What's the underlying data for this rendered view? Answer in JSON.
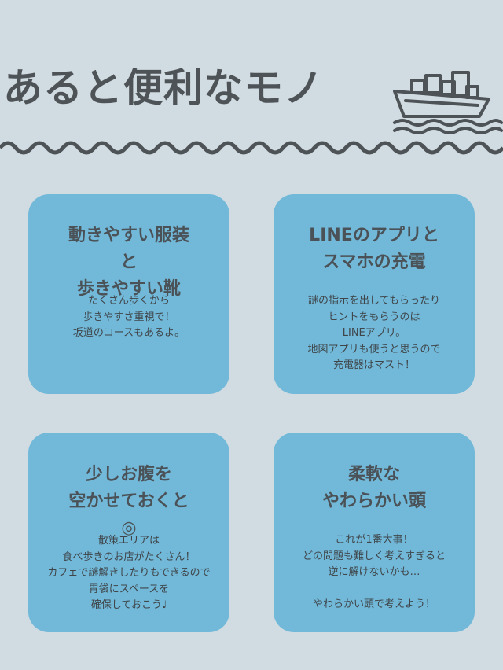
{
  "header": {
    "title": "あると便利なモノ"
  },
  "icons": {
    "ship": "cargo-ship-icon",
    "wave": "wave-divider"
  },
  "colors": {
    "background": "#d0dce1",
    "card": "#72b9d9",
    "text": "#4b5257"
  },
  "cards": [
    {
      "heading": "動きやすい服装\nと\n歩きやすい靴",
      "body": "たくさん歩くから\n歩きやすさ重視で！\n坂道のコースもあるよ。"
    },
    {
      "heading": "LINEのアプリと\nスマホの充電",
      "body": "謎の指示を出してもらったり\nヒントをもらうのは\nLINEアプリ。\n地図アプリも使うと思うので\n充電器はマスト！"
    },
    {
      "heading": "少しお腹を\n空かせておくと\n◎",
      "body": "散策エリアは\n食べ歩きのお店がたくさん！\nカフェで謎解きしたりもできるので\n胃袋にスペースを\n確保しておこう♩"
    },
    {
      "heading": "柔軟な\nやわらかい頭",
      "body": "これが1番大事！\nどの問題も難しく考えすぎると\n逆に解けないかも…\n\nやわらかい頭で考えよう！"
    }
  ]
}
